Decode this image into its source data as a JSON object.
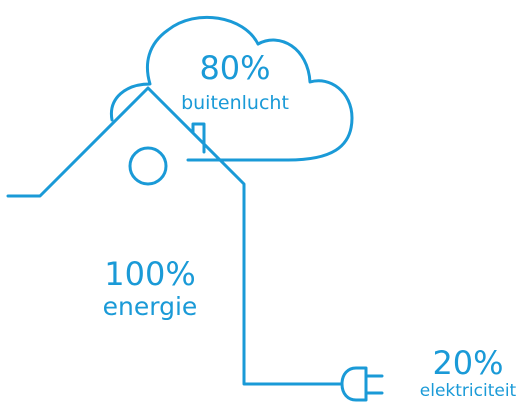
{
  "colors": {
    "accent": "#1a9ad7",
    "background": "#ffffff"
  },
  "icons": {
    "cloud": "cloud-icon",
    "house": "house-icon",
    "plug": "plug-icon"
  },
  "cloud": {
    "percentage": "80%",
    "label": "buitenlucht"
  },
  "total": {
    "percentage": "100%",
    "label": "energie"
  },
  "electricity": {
    "percentage": "20%",
    "label": "elektriciteit"
  }
}
